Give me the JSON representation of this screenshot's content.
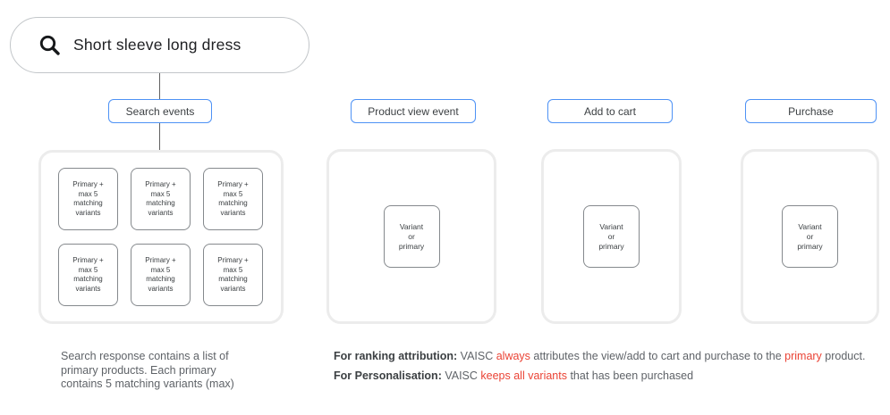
{
  "colors": {
    "accent_blue": "#4e92f5",
    "red_text": "#ea4335",
    "dark_text": "#3c4043",
    "gray_text": "#5f6368",
    "box_border": "#85898d",
    "container_border": "#ececec",
    "pill_border": "#c2c6c9",
    "line_gray": "#616161"
  },
  "search_bar": {
    "icon": "search-icon",
    "query": "Short sleeve long dress"
  },
  "event_labels": {
    "search": "Search events",
    "product_view": "Product view event",
    "add_to_cart": "Add to cart",
    "purchase": "Purchase"
  },
  "search_results": {
    "box_count": 6,
    "box_lines": [
      "Primary +",
      "max 5",
      "matching",
      "variants"
    ]
  },
  "variant_box_lines": [
    "Variant",
    "or",
    "primary"
  ],
  "captions": {
    "search_note_lines": [
      "Search response contains a list of",
      "primary products. Each primary",
      "contains 5 matching variants (max)"
    ],
    "ranking": {
      "bold": "For ranking attribution:",
      "t1": " VAISC ",
      "red1": "always",
      "t2": " attributes the view/add to cart and purchase to the ",
      "red2": "primary",
      "t3": " product."
    },
    "personalisation": {
      "bold": "For Personalisation:",
      "t1": " VAISC ",
      "red1": "keeps all variants",
      "t2": " that has been purchased"
    }
  }
}
